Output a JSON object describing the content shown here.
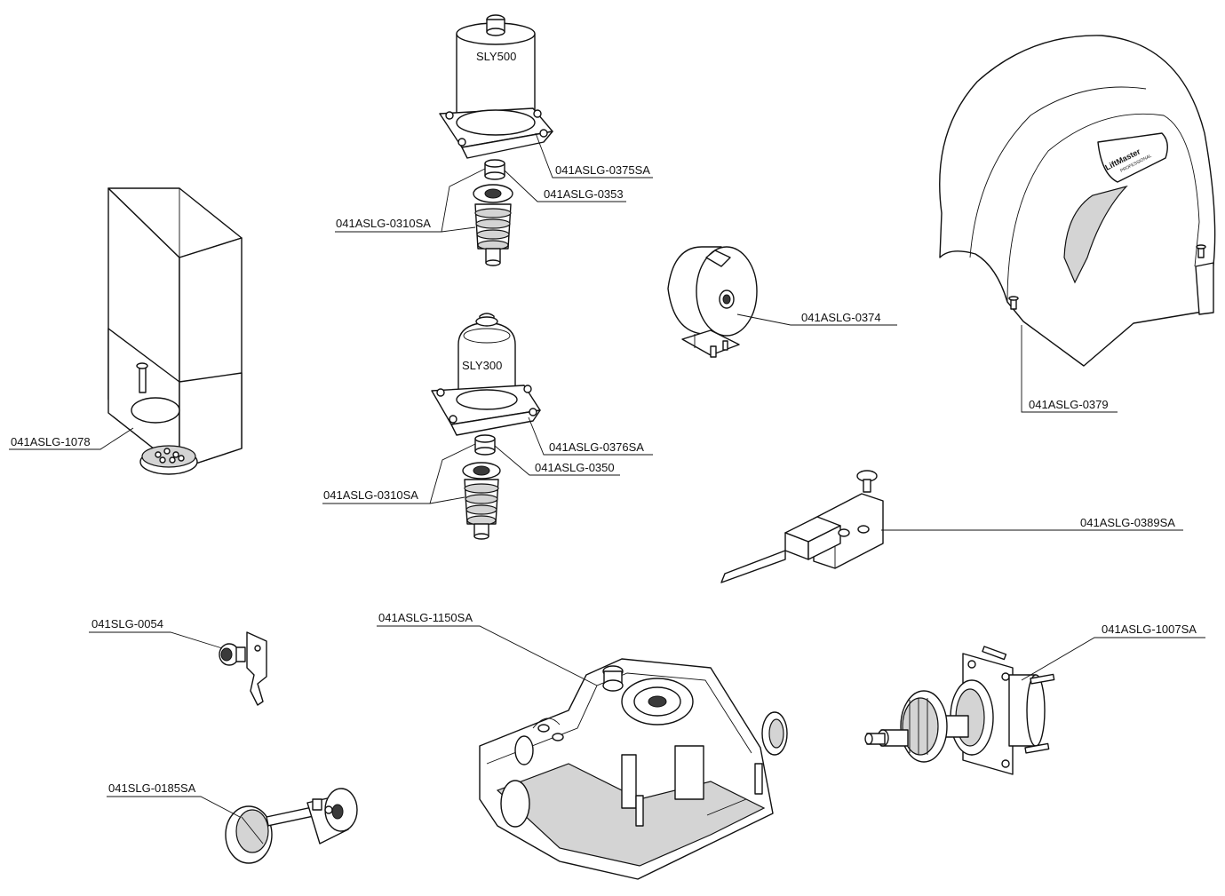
{
  "parts": [
    {
      "id": "p1078",
      "code": "041ASLG-1078"
    },
    {
      "id": "p0310a",
      "code": "041ASLG-0310SA"
    },
    {
      "id": "p0375",
      "code": "041ASLG-0375SA"
    },
    {
      "id": "p0353",
      "code": "041ASLG-0353"
    },
    {
      "id": "p0374",
      "code": "041ASLG-0374"
    },
    {
      "id": "p0379",
      "code": "041ASLG-0379"
    },
    {
      "id": "p0376",
      "code": "041ASLG-0376SA"
    },
    {
      "id": "p0350",
      "code": "041ASLG-0350"
    },
    {
      "id": "p0310b",
      "code": "041ASLG-0310SA"
    },
    {
      "id": "p0389",
      "code": "041ASLG-0389SA"
    },
    {
      "id": "p0054",
      "code": "041SLG-0054"
    },
    {
      "id": "p1150",
      "code": "041ASLG-1150SA"
    },
    {
      "id": "p1007",
      "code": "041ASLG-1007SA"
    },
    {
      "id": "p0185",
      "code": "041SLG-0185SA"
    }
  ],
  "motor_labels": {
    "large": "SLY500",
    "small": "SLY300"
  },
  "cover_logo": {
    "line1": "LiftMaster",
    "line2": "PROFESSIONAL"
  }
}
